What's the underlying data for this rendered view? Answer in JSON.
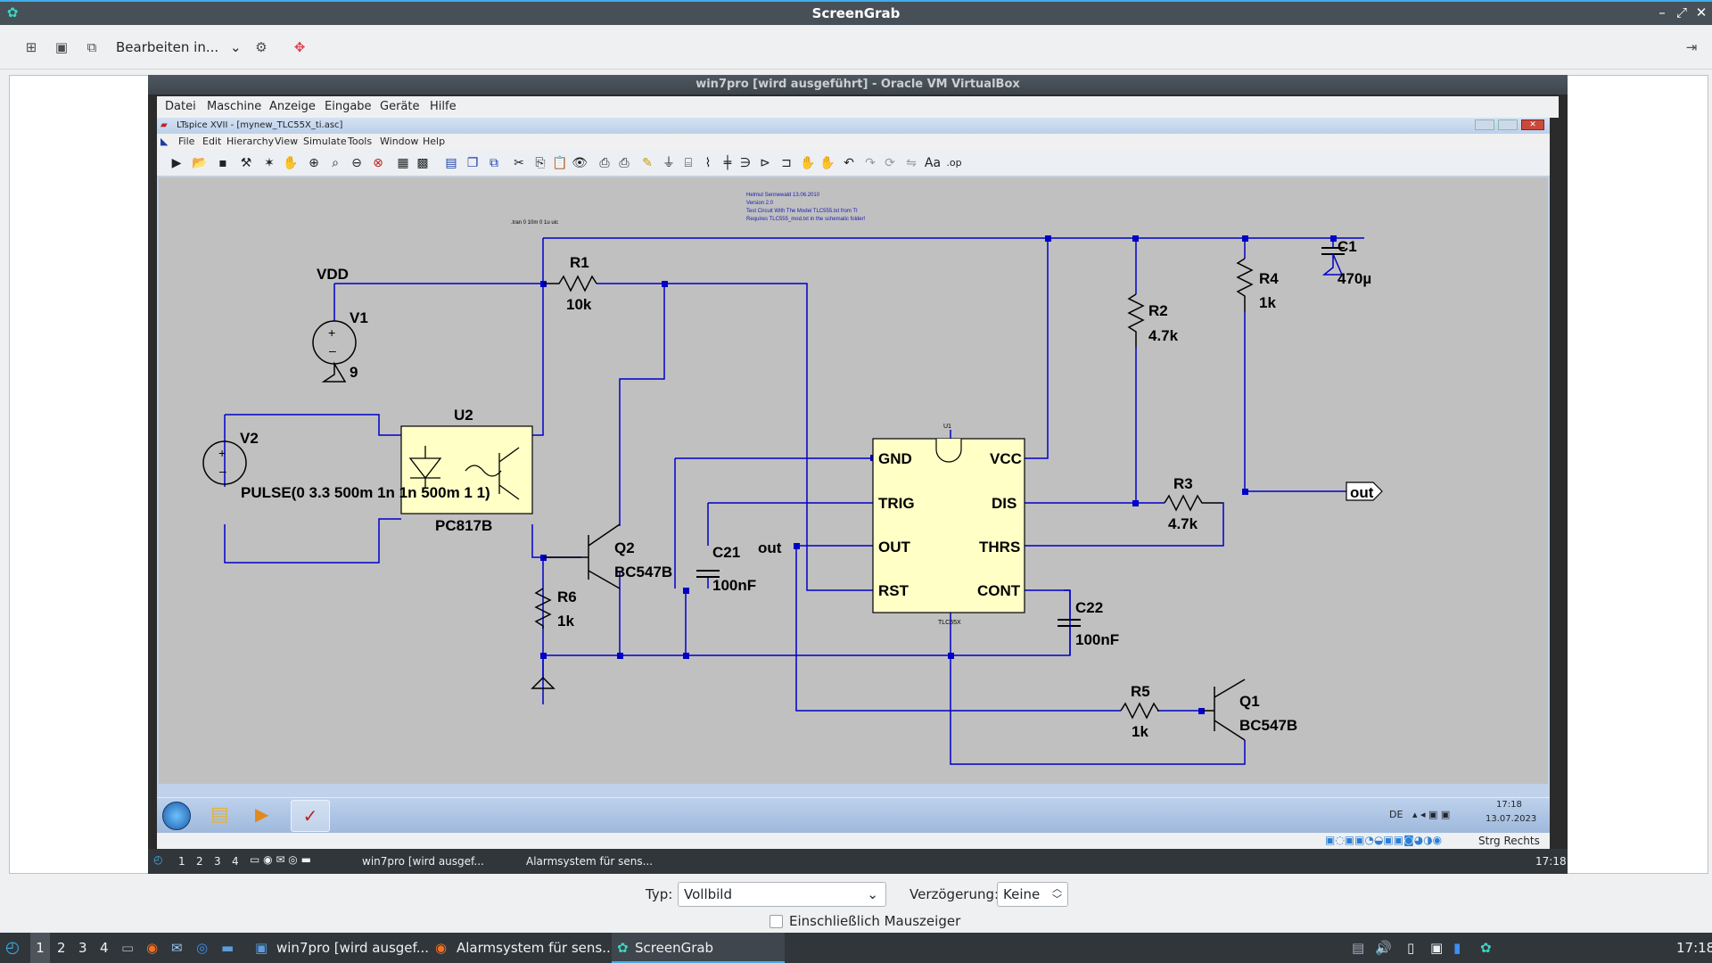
{
  "screengrab": {
    "title": "ScreenGrab",
    "save_mode": "Bearbeiten in...",
    "type_label": "Typ:",
    "type_value": "Vollbild",
    "delay_label": "Verzögerung:",
    "delay_value": "Keine",
    "include_cursor": "Einschließlich Mauszeiger"
  },
  "vbox": {
    "title": "win7pro [wird ausgeführt] - Oracle VM VirtualBox",
    "menu": [
      "Datei",
      "Maschine",
      "Anzeige",
      "Eingabe",
      "Geräte",
      "Hilfe"
    ],
    "status_right": "Strg Rechts"
  },
  "ltspice": {
    "title": "LTspice XVII - [mynew_TLC55X_ti.asc]",
    "menu": [
      "File",
      "Edit",
      "Hierarchy",
      "View",
      "Simulate",
      "Tools",
      "Window",
      "Help"
    ]
  },
  "schematic": {
    "notes": [
      "Helmut Sennewald 13.06.2010",
      "Version 2.0",
      "Test Circuit With The Model TLC555.txt from TI",
      "Requires TLC555_mod.txt in the schematic folder!"
    ],
    "tran": ".tran 0 10m 0 1u uic",
    "vdd": "VDD",
    "v1": {
      "name": "V1",
      "value": "9"
    },
    "v2": {
      "name": "V2",
      "value": "PULSE(0 3.3 500m 1n 1n 500m 1 1)"
    },
    "u2": {
      "name": "U2",
      "value": "PC817B"
    },
    "r1": {
      "name": "R1",
      "value": "10k"
    },
    "r2": {
      "name": "R2",
      "value": "4.7k"
    },
    "r3": {
      "name": "R3",
      "value": "4.7k"
    },
    "r4": {
      "name": "R4",
      "value": "1k"
    },
    "r5": {
      "name": "R5",
      "value": "1k"
    },
    "r6": {
      "name": "R6",
      "value": "1k"
    },
    "c1": {
      "name": "C1",
      "value": "470µ"
    },
    "c21": {
      "name": "C21",
      "value": "100nF"
    },
    "c22": {
      "name": "C22",
      "value": "100nF"
    },
    "q1": {
      "name": "Q1",
      "value": "BC547B"
    },
    "q2": {
      "name": "Q2",
      "value": "BC547B"
    },
    "ic": {
      "ref": "U1",
      "part": "TLC55X",
      "pins": [
        "GND",
        "TRIG",
        "OUT",
        "RST",
        "VCC",
        "DIS",
        "THRS",
        "CONT"
      ]
    },
    "out_label": "out",
    "out_port": "out"
  },
  "win7": {
    "lang": "DE",
    "time": "17:18",
    "date": "13.07.2023"
  },
  "host_taskbar": {
    "workspaces": [
      "1",
      "2",
      "3",
      "4"
    ],
    "items": [
      "win7pro [wird ausgef...",
      "Alarmsystem für sens..."
    ],
    "time": "17:18"
  },
  "taskbar": {
    "workspaces": [
      "1",
      "2",
      "3",
      "4"
    ],
    "items": [
      "win7pro [wird ausgef...",
      "Alarmsystem für sens...",
      "ScreenGrab"
    ],
    "time": "17:18"
  }
}
